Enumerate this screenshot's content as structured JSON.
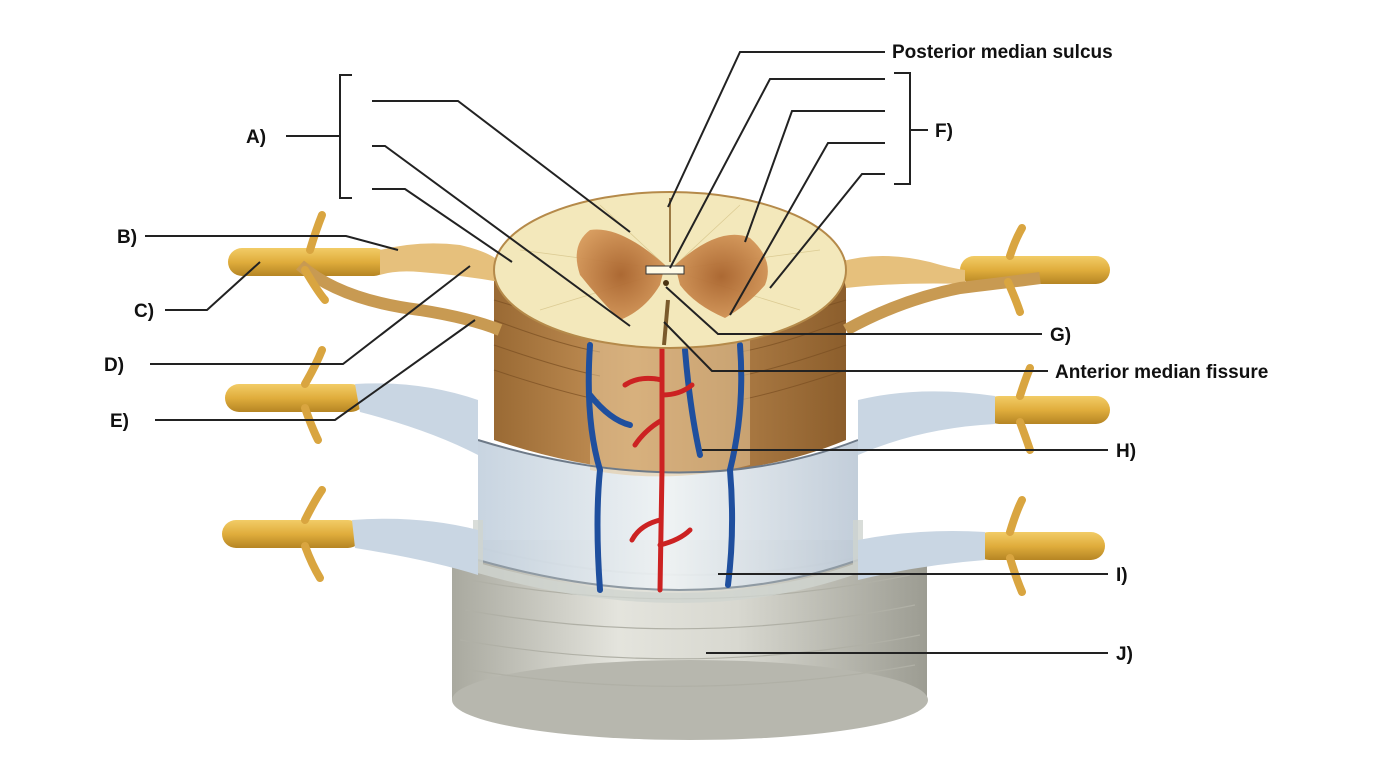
{
  "labels": {
    "A": "A)",
    "B": "B)",
    "C": "C)",
    "D": "D)",
    "E": "E)",
    "F": "F)",
    "G": "G)",
    "H": "H)",
    "I": "I)",
    "J": "J)",
    "posterior": "Posterior median sulcus",
    "anterior": "Anterior median fissure"
  },
  "colors": {
    "nerve": "#e2b244",
    "nerve_dark": "#b98a24",
    "white_matter": "#f6efc2",
    "gray_matter": "#c2804a",
    "cord_side": "#b78448",
    "arachnoid": "#d8e2ec",
    "dura": "#c9c9c2",
    "artery": "#cc2222",
    "vein": "#1f4f9e"
  }
}
